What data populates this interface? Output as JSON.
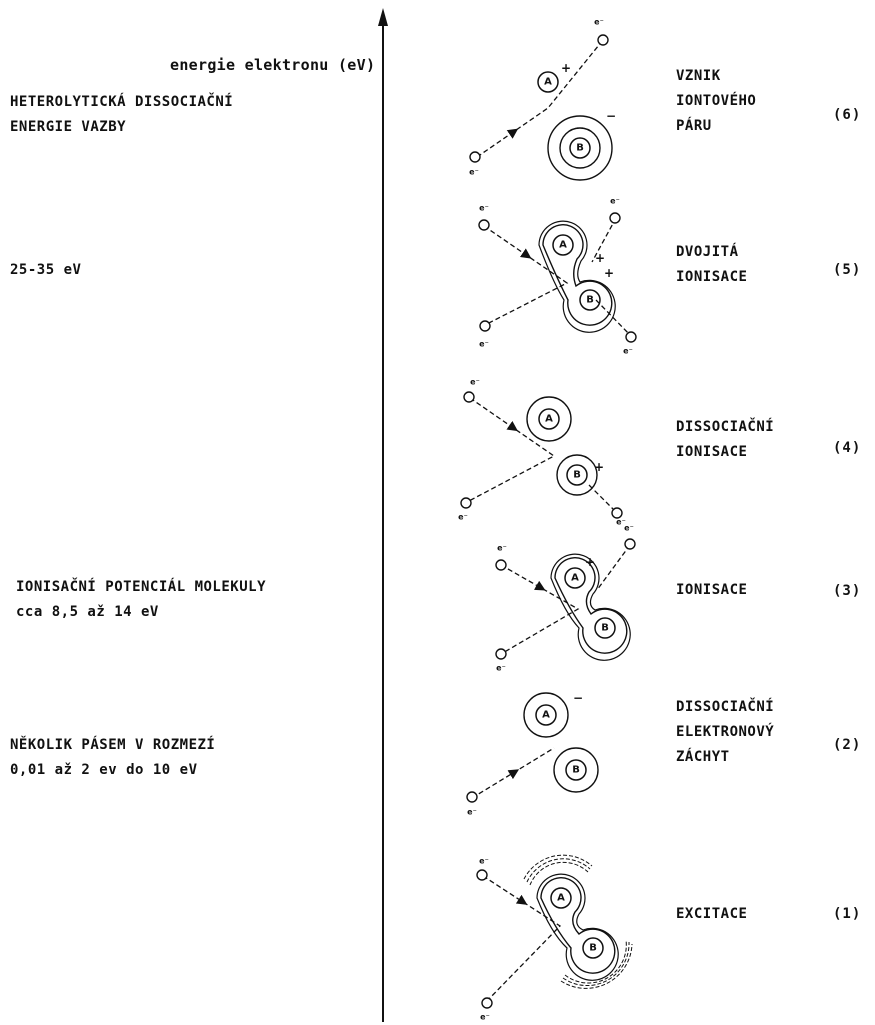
{
  "axis": {
    "label": "energie elektronu (eV)"
  },
  "left_notes": [
    {
      "lines": [
        "HETEROLYTICKÁ DISSOCIAČNÍ",
        "ENERGIE VAZBY"
      ]
    },
    {
      "lines": [
        "25-35 eV"
      ]
    },
    {
      "lines": [
        "IONISAČNÍ POTENCIÁL MOLEKULY",
        "cca 8,5 až 14 eV"
      ]
    },
    {
      "lines": [
        "NĚKOLIK PÁSEM V ROZMEZÍ",
        "0,01 až 2 ev do 10 eV"
      ]
    }
  ],
  "processes": [
    {
      "lines": [
        "VZNIK",
        "IONTOVÉHO",
        "PÁRU"
      ],
      "number": "(6)"
    },
    {
      "lines": [
        "DVOJITÁ",
        "IONISACE"
      ],
      "number": "(5)"
    },
    {
      "lines": [
        "DISSOCIAČNÍ",
        "IONISACE"
      ],
      "number": "(4)"
    },
    {
      "lines": [
        "IONISACE"
      ],
      "number": "(3)"
    },
    {
      "lines": [
        "DISSOCIAČNÍ",
        "ELEKTRONOVÝ",
        "ZÁCHYT"
      ],
      "number": "(2)"
    },
    {
      "lines": [
        "EXCITACE"
      ],
      "number": "(1)"
    }
  ],
  "symbols": {
    "atom_a": "A",
    "atom_b": "B",
    "electron": "e⁻",
    "plus": "+",
    "minus": "−"
  }
}
